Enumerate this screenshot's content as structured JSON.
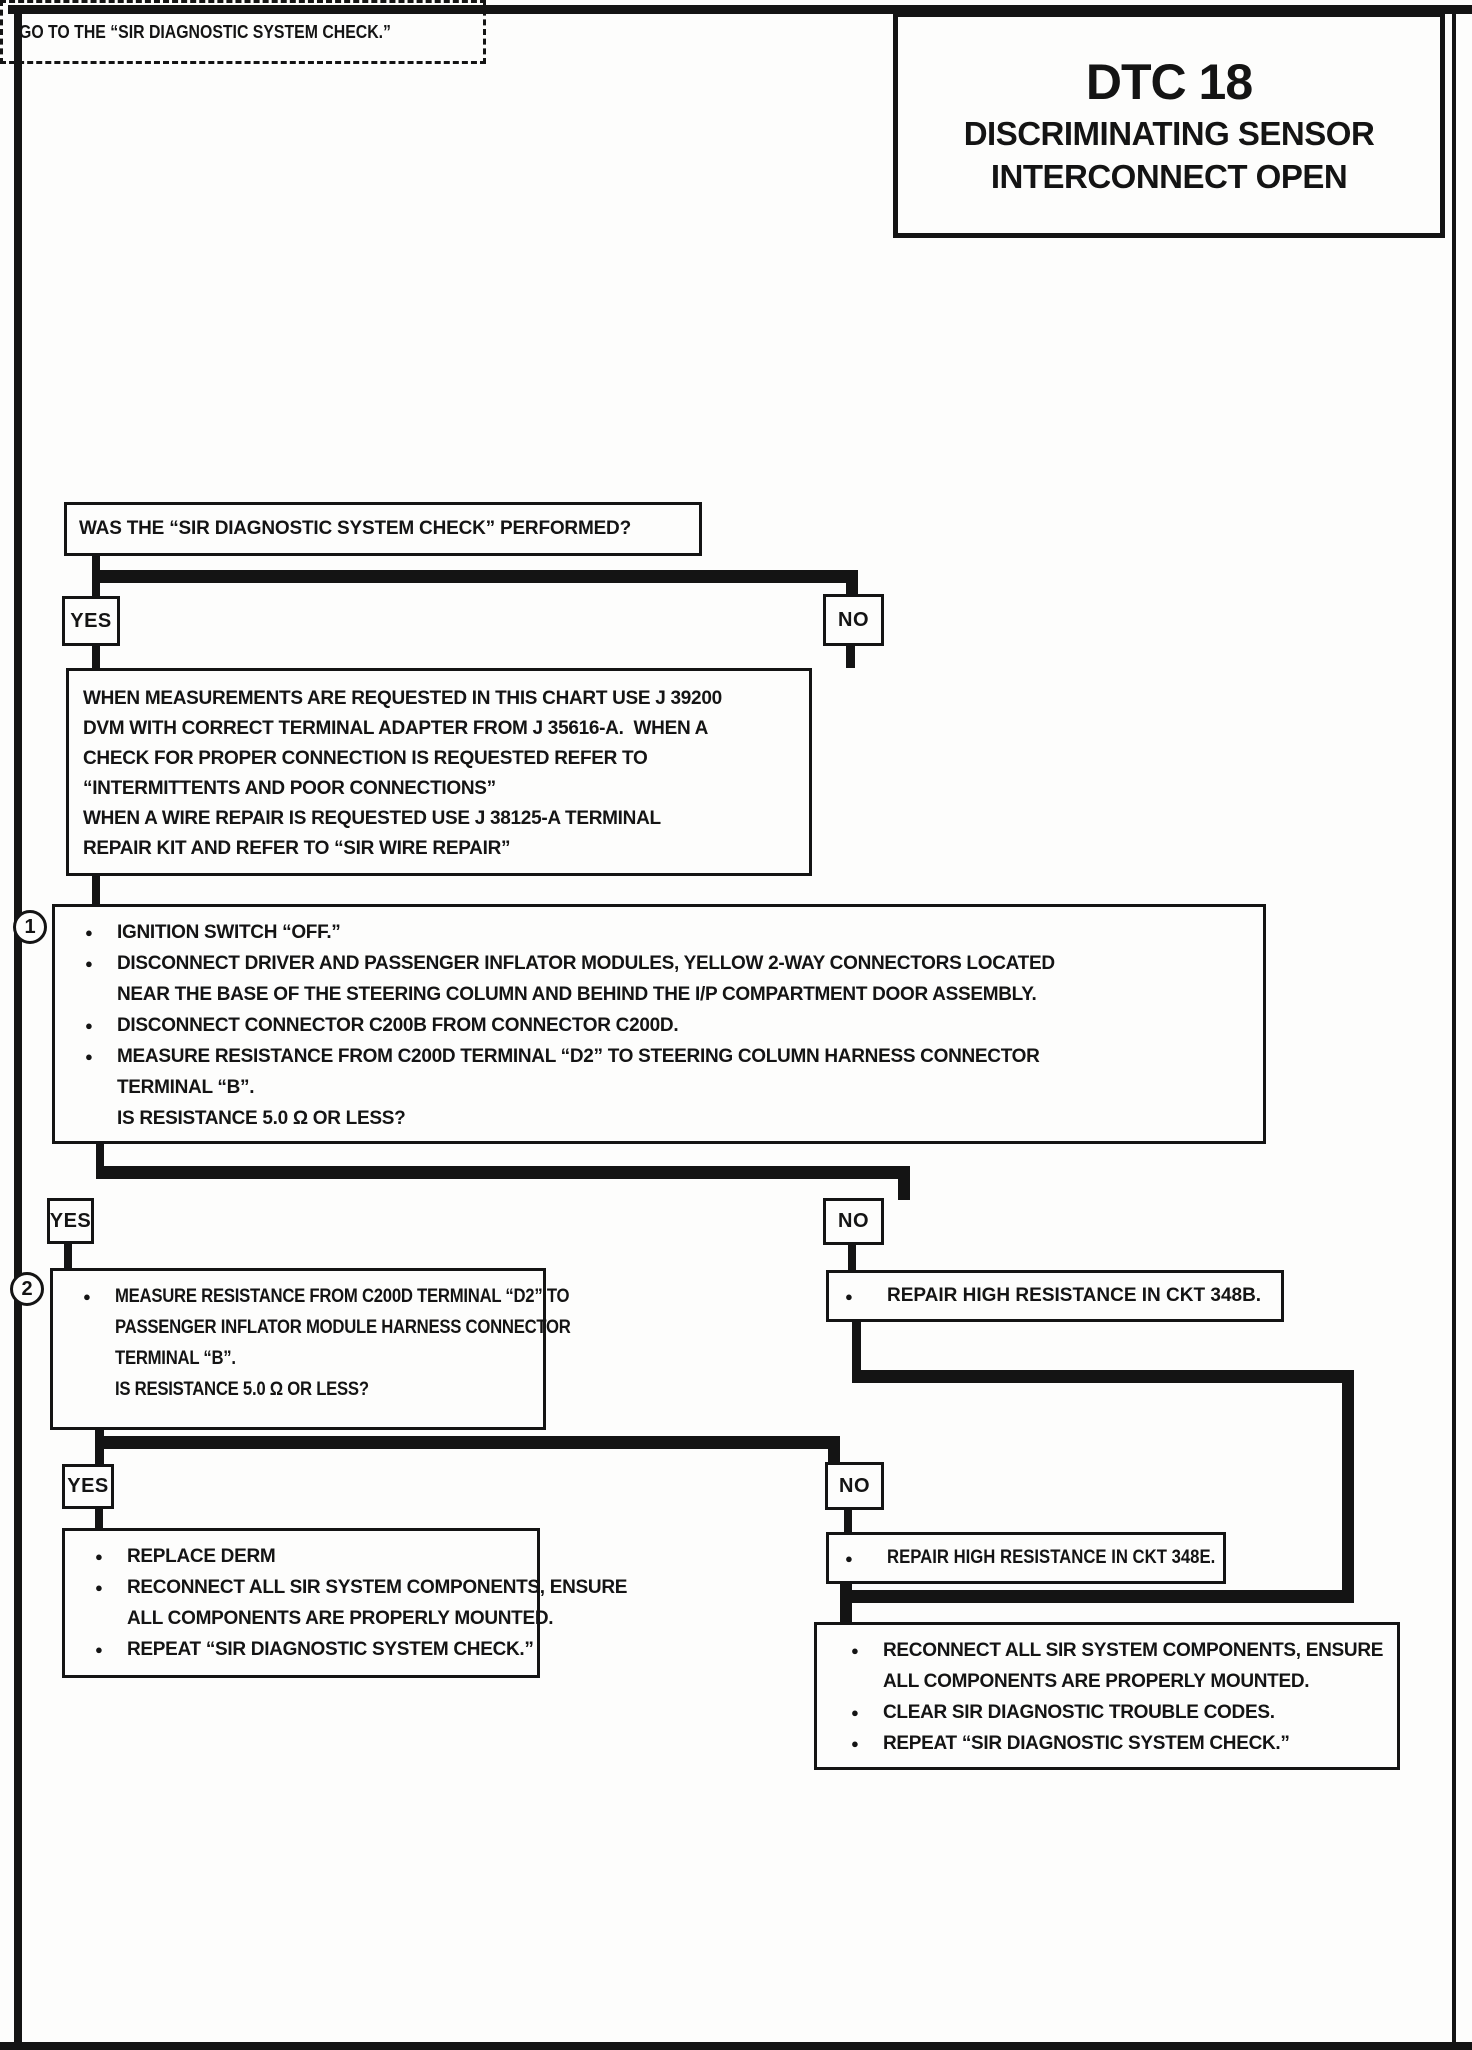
{
  "colors": {
    "ink": "#141414",
    "paper": "#fdfdfc"
  },
  "title": {
    "code": "DTC 18",
    "subtitle1": "DISCRIMINATING SENSOR",
    "subtitle2": "INTERCONNECT OPEN"
  },
  "labels": {
    "yes": "YES",
    "no": "NO",
    "step1": "1",
    "step2": "2"
  },
  "question1": "WAS THE “SIR DIAGNOSTIC SYSTEM CHECK” PERFORMED?",
  "goto_check": "GO TO THE “SIR DIAGNOSTIC SYSTEM CHECK.”",
  "instructions": {
    "lines": [
      "WHEN MEASUREMENTS ARE REQUESTED IN THIS CHART USE J 39200",
      "DVM WITH CORRECT TERMINAL ADAPTER FROM J 35616-A.  WHEN A",
      "CHECK FOR PROPER CONNECTION IS REQUESTED REFER TO",
      "“INTERMITTENTS AND POOR CONNECTIONS”",
      "WHEN A WIRE REPAIR IS REQUESTED USE J 38125-A TERMINAL",
      "REPAIR KIT AND REFER TO “SIR WIRE REPAIR”"
    ]
  },
  "step1_box": {
    "items": [
      {
        "bullet": "●",
        "lines": [
          "IGNITION SWITCH “OFF.”"
        ]
      },
      {
        "bullet": "●",
        "lines": [
          "DISCONNECT DRIVER AND PASSENGER INFLATOR MODULES, YELLOW 2-WAY CONNECTORS LOCATED",
          "NEAR THE BASE OF THE STEERING COLUMN AND BEHIND THE I/P COMPARTMENT DOOR ASSEMBLY."
        ]
      },
      {
        "bullet": "●",
        "lines": [
          "DISCONNECT CONNECTOR C200B FROM CONNECTOR C200D."
        ]
      },
      {
        "bullet": "●",
        "lines": [
          "MEASURE RESISTANCE FROM C200D TERMINAL “D2” TO STEERING COLUMN HARNESS CONNECTOR",
          "TERMINAL “B”."
        ]
      },
      {
        "bullet": "",
        "lines": [
          "IS RESISTANCE 5.0 Ω OR LESS?"
        ]
      }
    ]
  },
  "step2_box": {
    "items": [
      {
        "bullet": "●",
        "lines": [
          "MEASURE RESISTANCE FROM C200D TERMINAL “D2” TO",
          "PASSENGER INFLATOR MODULE HARNESS CONNECTOR",
          "TERMINAL “B”."
        ]
      },
      {
        "bullet": "",
        "lines": [
          "IS RESISTANCE 5.0 Ω OR LESS?"
        ]
      }
    ]
  },
  "repair_348b": {
    "bullet": "●",
    "text": "REPAIR HIGH RESISTANCE IN CKT 348B."
  },
  "repair_348e": {
    "bullet": "●",
    "text": "REPAIR HIGH RESISTANCE IN CKT 348E."
  },
  "final_left": {
    "items": [
      {
        "bullet": "●",
        "lines": [
          "REPLACE DERM"
        ]
      },
      {
        "bullet": "●",
        "lines": [
          "RECONNECT ALL SIR SYSTEM COMPONENTS, ENSURE",
          "ALL COMPONENTS ARE PROPERLY MOUNTED."
        ]
      },
      {
        "bullet": "●",
        "lines": [
          "REPEAT “SIR DIAGNOSTIC SYSTEM CHECK.”"
        ]
      }
    ]
  },
  "final_right": {
    "items": [
      {
        "bullet": "●",
        "lines": [
          "RECONNECT ALL SIR SYSTEM COMPONENTS, ENSURE",
          "ALL COMPONENTS ARE PROPERLY MOUNTED."
        ]
      },
      {
        "bullet": "●",
        "lines": [
          "CLEAR SIR DIAGNOSTIC TROUBLE CODES."
        ]
      },
      {
        "bullet": "●",
        "lines": [
          "REPEAT “SIR DIAGNOSTIC SYSTEM CHECK.”"
        ]
      }
    ]
  }
}
